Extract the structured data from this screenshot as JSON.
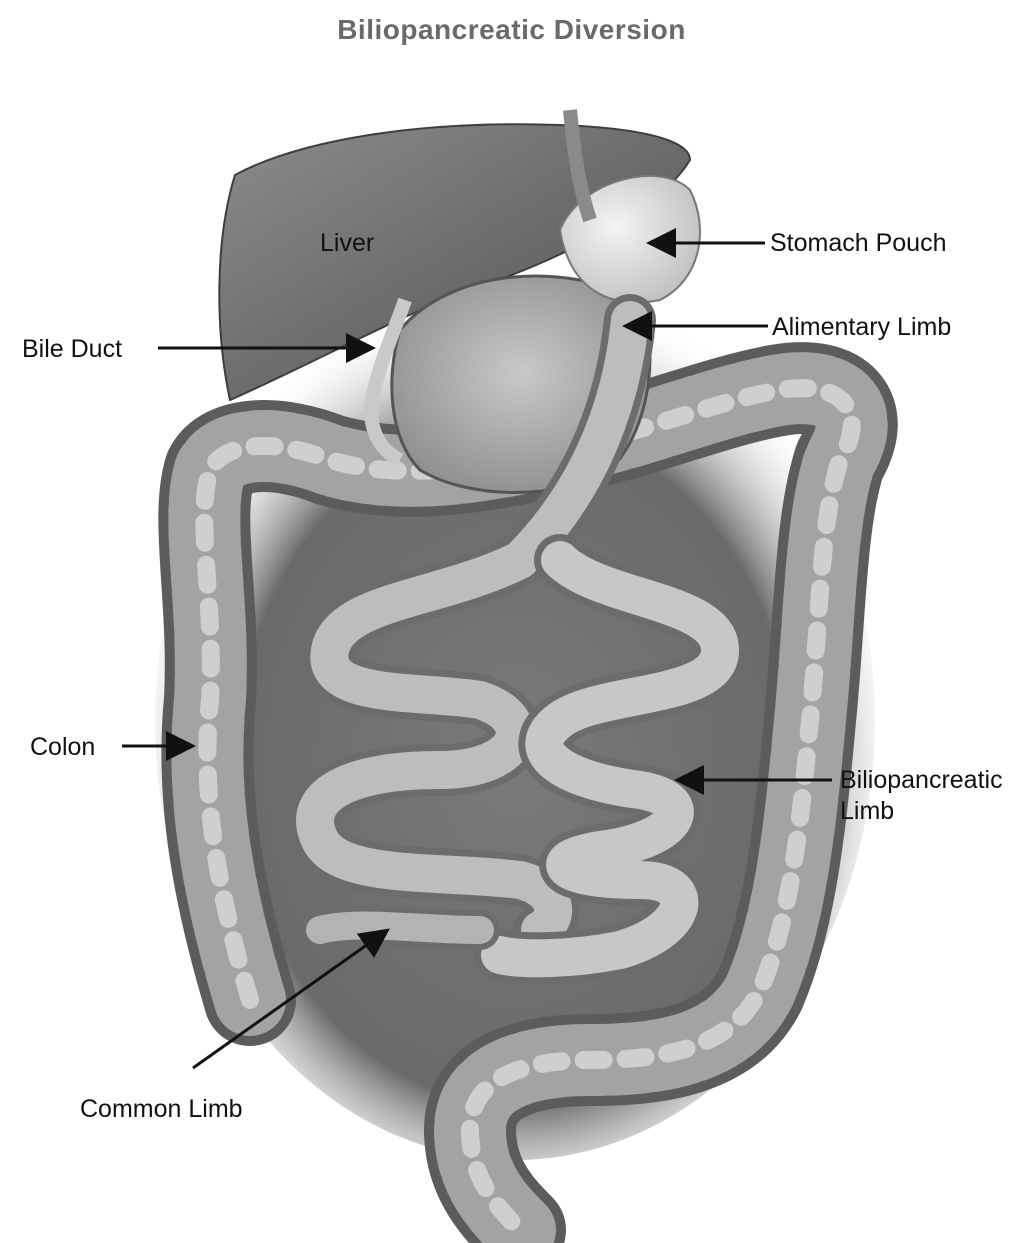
{
  "title": "Biliopancreatic Diversion",
  "labels": {
    "liver": "Liver",
    "stomach_pouch": "Stomach Pouch",
    "alimentary_limb": "Alimentary Limb",
    "bile_duct": "Bile Duct",
    "colon": "Colon",
    "biliopancreatic_limb_line1": "Biliopancreatic",
    "biliopancreatic_limb_line2": "Limb",
    "common_limb": "Common Limb"
  },
  "colors": {
    "organ_dark": "#5e5e5e",
    "organ_mid": "#9a9a9a",
    "organ_light": "#d8d8d8",
    "background_shadow": "#6f6f6f",
    "text": "#111111"
  }
}
